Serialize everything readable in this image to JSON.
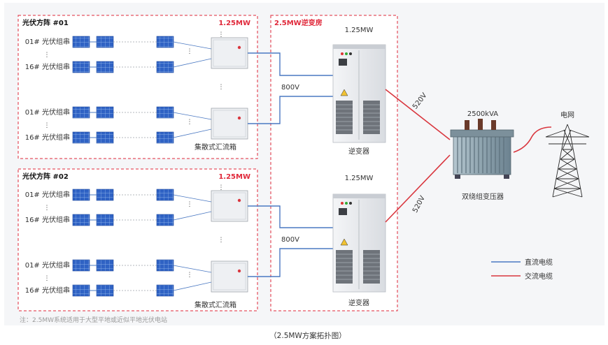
{
  "array1": {
    "title": "光伏方阵 #01",
    "power": "1.25MW",
    "string_first": "01# 光伏组串",
    "string_last": "16# 光伏组串",
    "combiner_label": "集散式汇流箱"
  },
  "array2": {
    "title": "光伏方阵 #02",
    "power": "1.25MW",
    "string_first": "01# 光伏组串",
    "string_last": "16# 光伏组串",
    "combiner_label": "集散式汇流箱"
  },
  "room": {
    "title": "2.5MW逆变房",
    "inv1_power": "1.25MW",
    "inv1_label": "逆变器",
    "inv2_power": "1.25MW",
    "inv2_label": "逆变器",
    "dc_voltage_1": "800V",
    "dc_voltage_2": "800V"
  },
  "ac_voltage_1": "520V",
  "ac_voltage_2": "520V",
  "transformer": {
    "rating": "2500kVA",
    "label": "双绕组变压器"
  },
  "grid_label": "电网",
  "legend": {
    "dc": "直流电缆",
    "ac": "交流电缆"
  },
  "note": "注：2.5MW系统适用于大型平地或近似平地光伏电站",
  "caption": "（2.5MW方案拓扑图）",
  "colors": {
    "dashed_border": "#e0283a",
    "dc_cable": "#4a78c2",
    "ac_cable": "#d9363e",
    "panel": "#2f62c4",
    "box_fill": "#f2f4f7",
    "bg_panel": "#f5f6f8"
  }
}
